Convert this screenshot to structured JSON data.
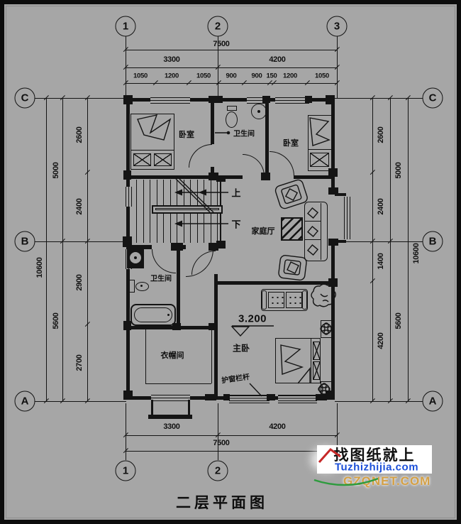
{
  "drawing": {
    "title": "二层平面图",
    "grid": {
      "top_axes": [
        "1",
        "2",
        "3"
      ],
      "bottom_axes": [
        "1",
        "2"
      ],
      "left_axes": [
        "C",
        "B",
        "A"
      ],
      "right_axes": [
        "C",
        "B",
        "A"
      ]
    },
    "dimensions": {
      "top_total": "7500",
      "top_major": [
        "3300",
        "4200"
      ],
      "top_detail": [
        "1050",
        "1200",
        "1050",
        "900",
        "900",
        "150",
        "1200",
        "1050"
      ],
      "bottom_major": [
        "3300",
        "4200"
      ],
      "bottom_total": "7500",
      "left_total": "10600",
      "left_major": [
        "5000",
        "5600"
      ],
      "left_detail": [
        "2600",
        "2400",
        "2900",
        "2700"
      ],
      "right_detail": [
        "2600",
        "2400",
        "1400",
        "4200"
      ],
      "right_major": [
        "5000",
        "5600"
      ],
      "right_total": "10600"
    },
    "rooms": {
      "bedroom_left": "卧室",
      "bath_top": "卫生间",
      "bedroom_right": "卧室",
      "stairs_up": "上",
      "stairs_down": "下",
      "family_hall": "家庭厅",
      "bath_mid": "卫生间",
      "closet": "衣帽间",
      "master": "主卧",
      "level": "3.200",
      "rail_note": "护窗栏杆"
    }
  },
  "watermark": {
    "line1": "找图纸就上",
    "line2": "Tuzhizhijia.com",
    "ghost": "GZQNET.COM",
    "colors": {
      "url_blue": "#1b4fd8",
      "roof_red": "#c62828",
      "swoosh_green": "#2e9b3e",
      "ghost_orange": "#dd9f35"
    }
  }
}
